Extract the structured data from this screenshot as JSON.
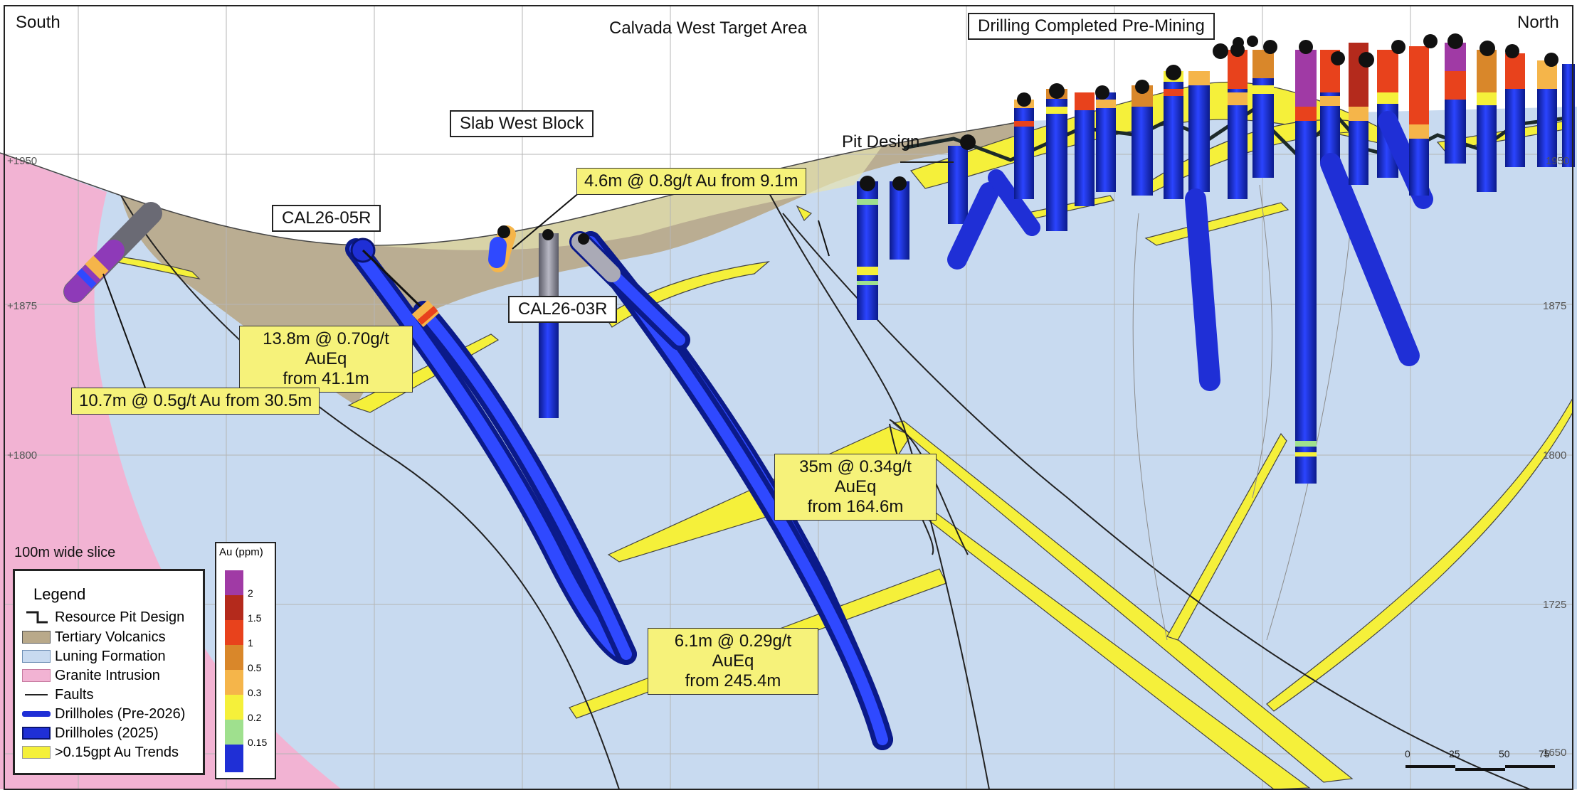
{
  "orientation": {
    "south": "South",
    "north": "North"
  },
  "titles": {
    "target_area": "Calvada West Target Area",
    "drilling_completed": "Drilling Completed Pre-Mining",
    "slab_west_block": "Slab West Block",
    "pit_design": "Pit Design",
    "slice_width": "100m wide slice"
  },
  "elevations": {
    "left": [
      "+1950",
      "+1875",
      "+1800"
    ],
    "right": [
      "1950",
      "1875",
      "1800",
      "1725",
      "1650"
    ]
  },
  "holes": {
    "cal26_05r": "CAL26-05R",
    "cal26_03r": "CAL26-03R"
  },
  "intercepts": {
    "i1": "4.6m @ 0.8g/t Au from 9.1m",
    "i2_line1": "13.8m @ 0.70g/t AuEq",
    "i2_line2": "from 41.1m",
    "i3": "10.7m @ 0.5g/t Au from 30.5m",
    "i4_line1": "35m @ 0.34g/t AuEq",
    "i4_line2": "from 164.6m",
    "i5_line1": "6.1m @ 0.29g/t AuEq",
    "i5_line2": "from 245.4m"
  },
  "legend": {
    "title": "Legend",
    "items": [
      {
        "label": "Resource Pit Design",
        "color": "#1c1c1c"
      },
      {
        "label": "Tertiary Volcanics",
        "color": "#b9a98a"
      },
      {
        "label": "Luning Formation",
        "color": "#c8daf0"
      },
      {
        "label": "Granite Intrusion",
        "color": "#f2b3d3"
      },
      {
        "label": "Faults",
        "color": "#222222"
      },
      {
        "label": "Drillholes (Pre-2026)",
        "color": "#1f2fd6"
      },
      {
        "label": "Drillholes (2025)",
        "color": "#1f2fd6"
      },
      {
        "label": ">0.15gpt Au Trends",
        "color": "#f5f03a"
      }
    ]
  },
  "grade_scale": {
    "title": "Au (ppm)",
    "ticks": [
      "2",
      "1.5",
      "1",
      "0.5",
      "0.3",
      "0.2",
      "0.15"
    ],
    "colors": [
      "#a03aa5",
      "#b42a1c",
      "#e8421c",
      "#d9872a",
      "#f5b54a",
      "#f5f03a",
      "#9fe08e",
      "#1f2fd6"
    ]
  },
  "scale_bar": {
    "ticks": [
      "0",
      "25",
      "50",
      "75"
    ]
  },
  "colors": {
    "luning": "#c8daf0",
    "volcanics": "#b9a98a",
    "granite": "#f2b3d3",
    "trend": "#f5f03a",
    "drill": "#1f2fd6"
  }
}
